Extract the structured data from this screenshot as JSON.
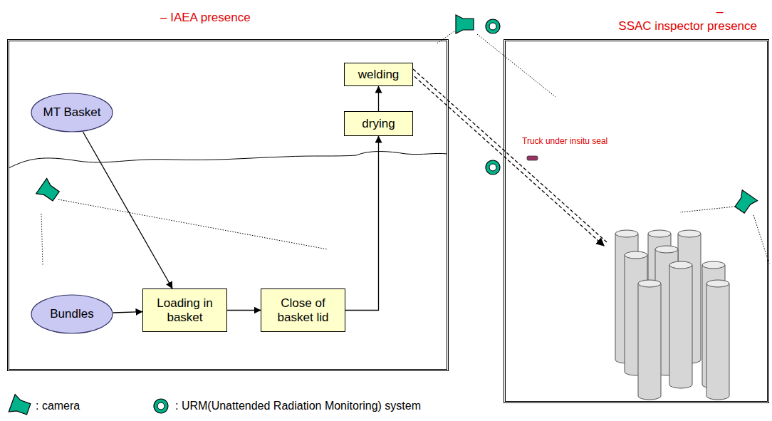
{
  "diagram": {
    "nodes": [
      {
        "text": [
          "– IAEA presence"
        ]
      },
      {
        "text": [
          "MT Basket"
        ],
        "in": 0
      },
      {
        "text": [
          "Bundles"
        ],
        "in": 0
      },
      {
        "text": [
          "Loading in basket"
        ],
        "in": 0
      },
      {
        "text": [
          "Close of basket lid"
        ],
        "in": 0
      },
      {
        "text": [
          "drying"
        ],
        "in": 0
      },
      {
        "text": [
          "welding"
        ],
        "in": 0
      },
      {
        "text": [
          "SSAC inspector presence"
        ]
      }
    ],
    "edges": [
      {
        "from": 1,
        "to": 3,
        "arrow": "to"
      },
      {
        "from": 2,
        "to": 3,
        "arrow": "to"
      },
      {
        "from": 3,
        "to": 4,
        "arrow": "to"
      },
      {
        "from": 4,
        "to": 5,
        "arrow": "to"
      },
      {
        "from": 5,
        "to": 6,
        "arrow": "to"
      }
    ],
    "labels": [
      "_",
      "Truck under insitu seal"
    ],
    "legend": [
      {
        "text": ": camera"
      },
      {
        "text": ": URM(Unattended Radiation Monitoring) system"
      }
    ]
  }
}
